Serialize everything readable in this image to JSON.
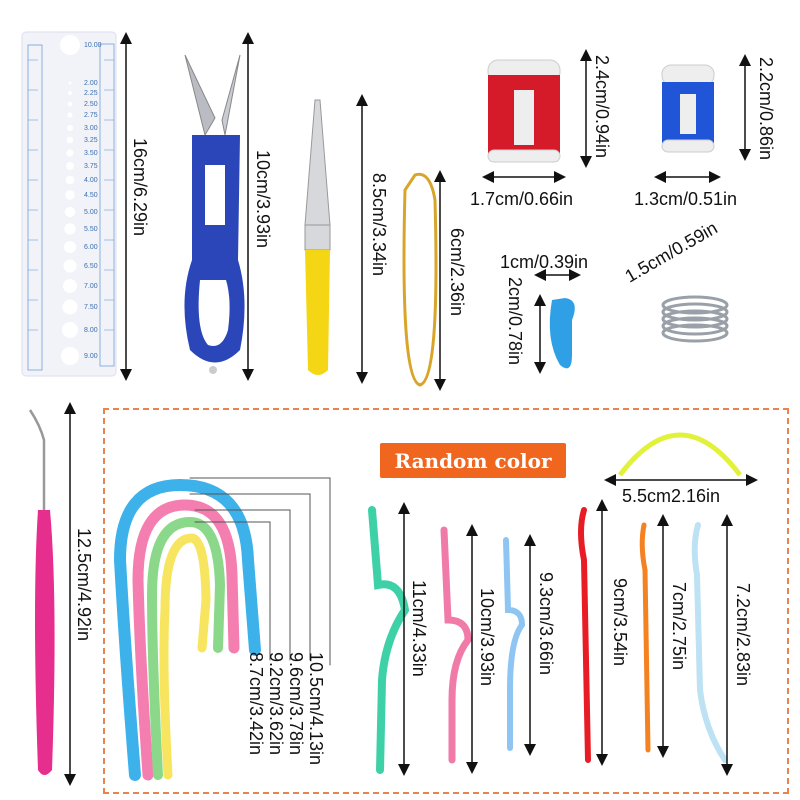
{
  "ruler": {
    "size_label": "16cm/6.29in",
    "gauge_labels": [
      "10.00",
      "2.00",
      "2.25",
      "2.50",
      "2.75",
      "3.00",
      "3.25",
      "3.50",
      "3.75",
      "4.00",
      "4.50",
      "5.00",
      "5.50",
      "6.00",
      "6.50",
      "7.00",
      "7.50",
      "8.00",
      "9.00"
    ]
  },
  "scissors": {
    "size_label": "10cm/3.93in"
  },
  "seam_ripper": {
    "size_label": "8.5cm/3.34in"
  },
  "stitch_holder": {
    "size_label": "6cm/2.36in"
  },
  "row_counter_large": {
    "height_label": "2.4cm/0.94in",
    "width_label": "1.7cm/0.66in"
  },
  "row_counter_small": {
    "height_label": "2.2cm/0.86in",
    "width_label": "1.3cm/0.51in"
  },
  "stitch_marker": {
    "width_label": "1cm/0.39in",
    "height_label": "2cm/0.78in"
  },
  "thimble": {
    "size_label": "1.5cm/0.59in"
  },
  "crochet_hook": {
    "size_label": "12.5cm/4.92in"
  },
  "random_color_badge": "Random color",
  "cable_needles_u": {
    "labels": [
      "10.5cm/4.13in",
      "9.6cm/3.78in",
      "9.2cm/3.62in",
      "8.7cm/3.42in"
    ]
  },
  "arc_needle": {
    "size_label": "5.5cm2.16in"
  },
  "cable_needles_w": {
    "labels": [
      "11cm/4.33in",
      "10cm/3.93in",
      "9.3cm/3.66in"
    ]
  },
  "yarn_needles": {
    "labels": [
      "9cm/3.54in",
      "7cm/2.75in",
      "7.2cm/2.83in"
    ]
  },
  "colors": {
    "accent": "#f0661e",
    "dash": "#e8844e"
  }
}
